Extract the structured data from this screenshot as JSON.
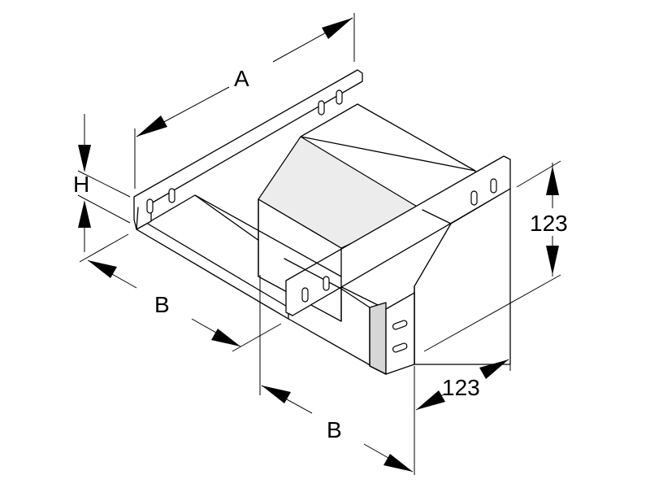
{
  "dimensions": {
    "a_label": "A",
    "b_label_left": "B",
    "b_label_bottom": "B",
    "h_label": "H",
    "height_value": "123",
    "width_value": "123"
  }
}
